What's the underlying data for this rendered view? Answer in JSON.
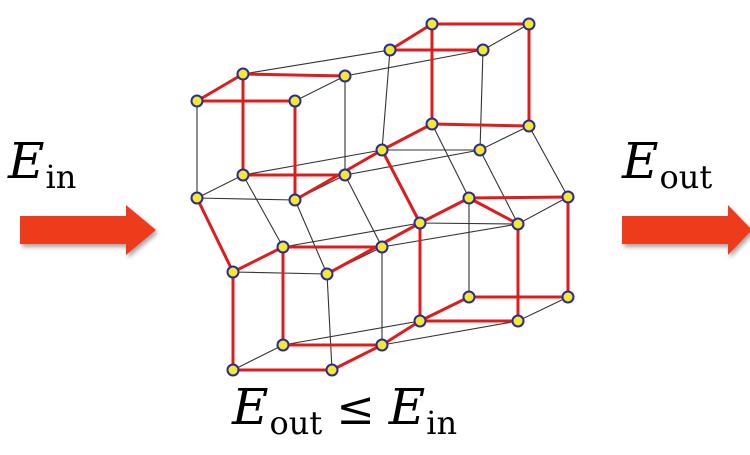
{
  "labels": {
    "input": {
      "symbol": "E",
      "subscript": "in"
    },
    "output": {
      "symbol": "E",
      "subscript": "out"
    },
    "relation": {
      "lhs_symbol": "E",
      "lhs_subscript": "out",
      "operator": "≤",
      "rhs_symbol": "E",
      "rhs_subscript": "in"
    }
  },
  "colors": {
    "arrow": "#ee3a1e",
    "lattice_edge": "#333333",
    "highlight_edge": "#e01b1b",
    "node_fill": "#f2ea2a",
    "node_stroke": "#2a2a9a"
  }
}
